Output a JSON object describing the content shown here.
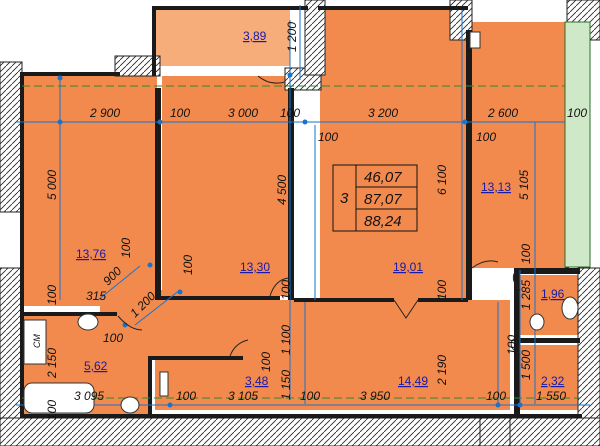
{
  "apartment": {
    "rooms_count": "3",
    "area_living": "46,07",
    "area_total": "87,07",
    "area_total_balcony": "88,24"
  },
  "rooms": [
    {
      "id": "balcony",
      "area": "3,89"
    },
    {
      "id": "bedroom-1",
      "area": "13,76"
    },
    {
      "id": "bedroom-2",
      "area": "13,30"
    },
    {
      "id": "living-room",
      "area": "19,01"
    },
    {
      "id": "kitchen",
      "area": "13,13"
    },
    {
      "id": "wc",
      "area": "1,96"
    },
    {
      "id": "bathroom",
      "area": "5,62"
    },
    {
      "id": "corridor-small",
      "area": "3,48"
    },
    {
      "id": "hall",
      "area": "14,49"
    },
    {
      "id": "storage",
      "area": "2,32"
    }
  ],
  "dimensions": {
    "top": [
      "2 900",
      "100",
      "3 000",
      "100",
      "3 200",
      "2 600",
      "100"
    ],
    "top_small": [
      "100",
      "100"
    ],
    "vertical": [
      "5 000",
      "4 500",
      "6 100",
      "5 105",
      "1 200"
    ],
    "bottom": [
      "3 095",
      "100",
      "3 105",
      "100",
      "3 950",
      "100",
      "1 550"
    ],
    "misc": [
      "315",
      "900",
      "100",
      "1 200",
      "100",
      "100",
      "100",
      "100",
      "1 285",
      "100",
      "1 100",
      "2 190",
      "1 500",
      "100",
      "1 150",
      "2 150",
      "100",
      "100",
      "100"
    ]
  },
  "labels": {
    "wm": "СМ"
  }
}
